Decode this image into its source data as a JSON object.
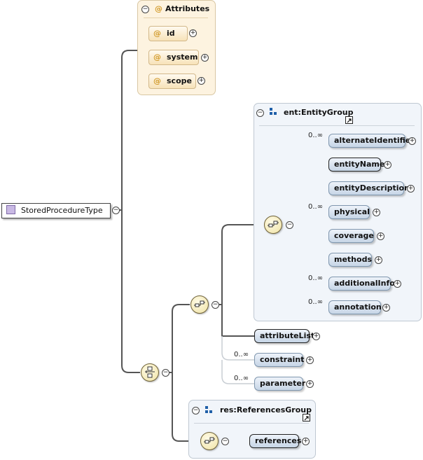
{
  "root": {
    "label": "StoredProcedureType"
  },
  "attributes": {
    "title": "Attributes",
    "items": [
      {
        "name": "id"
      },
      {
        "name": "system"
      },
      {
        "name": "scope"
      }
    ]
  },
  "entity_group": {
    "title": "ent:EntityGroup",
    "elements": [
      {
        "name": "alternateIdentifier",
        "occurs": "0..∞"
      },
      {
        "name": "entityName",
        "occurs": ""
      },
      {
        "name": "entityDescription",
        "occurs": ""
      },
      {
        "name": "physical",
        "occurs": "0..∞"
      },
      {
        "name": "coverage",
        "occurs": ""
      },
      {
        "name": "methods",
        "occurs": ""
      },
      {
        "name": "additionalInfo",
        "occurs": "0..∞"
      },
      {
        "name": "annotation",
        "occurs": "0..∞"
      }
    ]
  },
  "sequence_elements": [
    {
      "name": "attributeList",
      "occurs": ""
    },
    {
      "name": "constraint",
      "occurs": "0..∞"
    },
    {
      "name": "parameter",
      "occurs": "0..∞"
    }
  ],
  "references_group": {
    "title": "res:ReferencesGroup",
    "elements": [
      {
        "name": "references",
        "occurs": ""
      }
    ]
  },
  "colors": {
    "attribute_panel": "#fdf3e0",
    "group_panel": "#f1f5fa",
    "element_fill": "#c6d5e6",
    "connector": "#555555",
    "compositor_fill": "#efe2a4"
  }
}
